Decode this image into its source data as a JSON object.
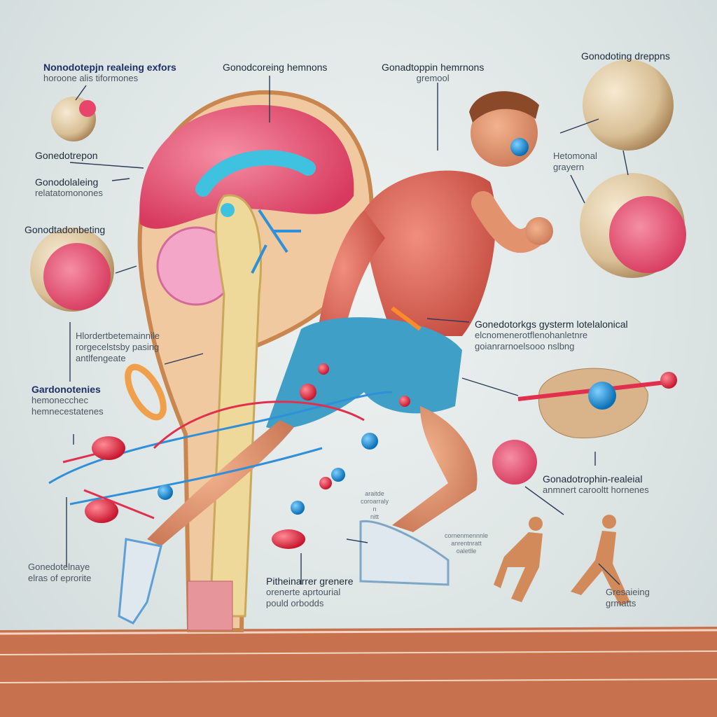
{
  "labels": {
    "top_left": {
      "title": "Nonodotepjn realeing exfors",
      "sub": "horoone alis tiformones"
    },
    "top_center": {
      "title": "Gonodcoreing hemnons"
    },
    "top_mid": {
      "title": "Gonadtoppin hemrnons",
      "sub": "gremool"
    },
    "top_right": {
      "title": "Gonodoting dreppns"
    },
    "left_1": {
      "title": "Gonedotrepon"
    },
    "left_2": {
      "title": "Gonodolaleing",
      "sub": "relatatomonones"
    },
    "left_3": {
      "title": "Gonodtadonbeting"
    },
    "left_4": {
      "l1": "Hlordertbetemainnile",
      "l2": "rorgecelstsby pasing",
      "l3": "antlfengeate"
    },
    "left_5": {
      "title": "Gardonotenies",
      "l2": "hemonecchec",
      "l3": "hemnecestatenes"
    },
    "right_1": {
      "title": "Hetomonal",
      "sub": "grayern"
    },
    "right_2": {
      "l1": "Gonedotorkgs gysterm lotelalonical",
      "l2": "elcnomenerotflenohanletnre",
      "l3": "goianrarnoelsooo nslbng"
    },
    "right_3": {
      "title": "Gonadotrophin-realeial",
      "sub": "anmnert carooltt hornenes"
    },
    "bottom_left": {
      "title": "Gonedotelnaye",
      "sub": "elras of eprorite"
    },
    "bottom_center": {
      "title": "Pitheinarrer grenere",
      "l2": "orenerte aprtourial",
      "l3": "pould orbodds"
    },
    "bottom_right": {
      "title": "Gresaieing",
      "sub": "grmatts"
    },
    "tiny_center": {
      "l1": "araitde",
      "l2": "coroarraly",
      "l3": "n",
      "l4": "nitt"
    },
    "tiny_right": {
      "l1": "cornenmennnle",
      "l2": "anrentnratt",
      "l3": "oaletlle"
    }
  },
  "colors": {
    "track": "#c8714f",
    "brain": "#e88aa0",
    "vessel_blue": "#2f8fd8",
    "hormone_red": "#e0304d",
    "sphere": "#e9d6b4"
  }
}
